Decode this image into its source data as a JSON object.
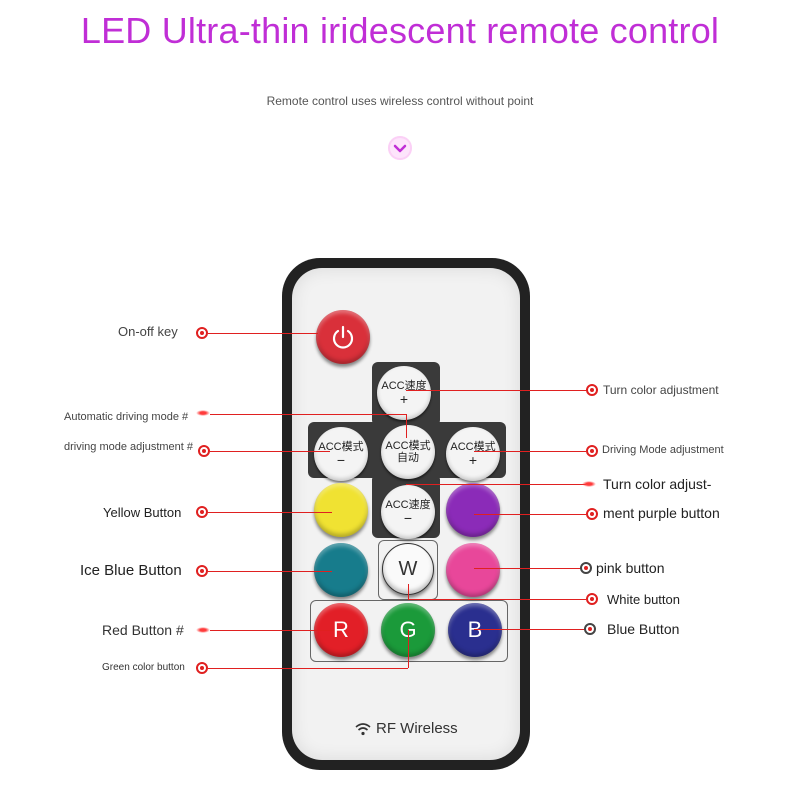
{
  "header": {
    "title": "LED Ultra-thin iridescent remote control",
    "subtitle": "Remote control uses wireless control without point"
  },
  "remote": {
    "acc_speed_label": "ACC速度",
    "acc_mode_label": "ACC模式",
    "auto_label": "自动",
    "plus": "+",
    "minus": "−",
    "white_label": "W",
    "red_label": "R",
    "green_label": "G",
    "blue_label": "B",
    "brand_label": "RF Wireless"
  },
  "callouts": {
    "on_off": "On-off key",
    "auto_driving": "Automatic driving mode #",
    "driving_adjust_left": "driving mode adjustment #",
    "yellow": "Yellow Button",
    "ice_blue": "Ice Blue Button",
    "red": "Red Button #",
    "green": "Green color button",
    "turn_color": "Turn color adjustment",
    "driving_mode_adjust": "Driving Mode adjustment",
    "purple_line1": "Turn color adjust-",
    "purple_line2": "ment purple button",
    "pink": "pink button",
    "white": "White button",
    "blue": "Blue Button"
  },
  "colors": {
    "title": "#c02ed6",
    "power": "#d9303a",
    "yellow": "#f0e232",
    "purple": "#8b2bb8",
    "ice_blue": "#177c8c",
    "pink": "#e8479a",
    "red": "#e21f27",
    "green": "#1b9a3a",
    "blue": "#2a2f8f",
    "callout": "#e02020"
  },
  "icons": [
    "chevron-down-icon",
    "power-icon",
    "wifi-icon"
  ]
}
